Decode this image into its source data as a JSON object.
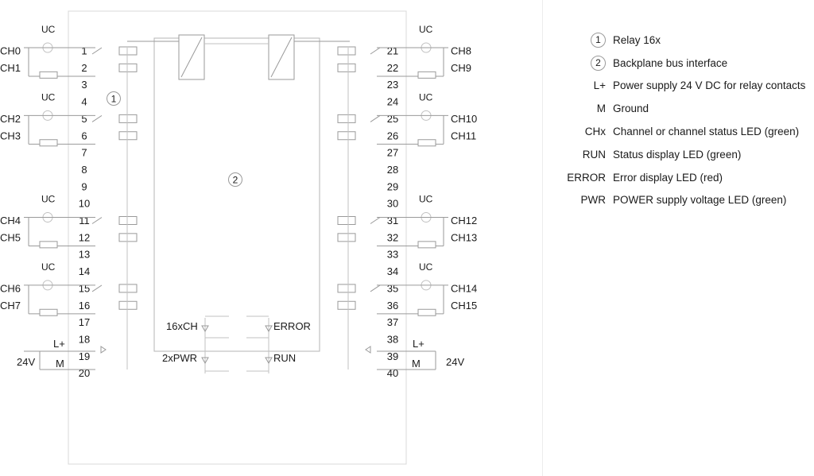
{
  "diagram": {
    "uc_label": "UC",
    "callouts": {
      "relay": "1",
      "bus": "2"
    },
    "channels_left": [
      "CH0",
      "CH1",
      "CH2",
      "CH3",
      "CH4",
      "CH5",
      "CH6",
      "CH7"
    ],
    "channels_right": [
      "CH8",
      "CH9",
      "CH10",
      "CH11",
      "CH12",
      "CH13",
      "CH14",
      "CH15"
    ],
    "terminals_left": [
      "1",
      "2",
      "3",
      "4",
      "5",
      "6",
      "7",
      "8",
      "9",
      "10",
      "11",
      "12",
      "13",
      "14",
      "15",
      "16",
      "17",
      "18",
      "19",
      "20"
    ],
    "terminals_right": [
      "21",
      "22",
      "23",
      "24",
      "25",
      "26",
      "27",
      "28",
      "29",
      "30",
      "31",
      "32",
      "33",
      "34",
      "35",
      "36",
      "37",
      "38",
      "39",
      "40"
    ],
    "power": {
      "lplus": "L+",
      "ground": "M",
      "voltage": "24V"
    },
    "leds": {
      "channels": "16xCH",
      "power": "2xPWR",
      "error": "ERROR",
      "run": "RUN"
    }
  },
  "legend": [
    {
      "key": "1",
      "circled": true,
      "text": "Relay 16x"
    },
    {
      "key": "2",
      "circled": true,
      "text": "Backplane bus interface"
    },
    {
      "key": "L+",
      "circled": false,
      "text": "Power supply 24 V DC for relay contacts"
    },
    {
      "key": "M",
      "circled": false,
      "text": "Ground"
    },
    {
      "key": "CHx",
      "circled": false,
      "text": "Channel or channel status LED (green)"
    },
    {
      "key": "RUN",
      "circled": false,
      "text": "Status display LED (green)"
    },
    {
      "key": "ERROR",
      "circled": false,
      "text": "Error display LED (red)"
    },
    {
      "key": "PWR",
      "circled": false,
      "text": "POWER supply voltage LED (green)"
    }
  ]
}
